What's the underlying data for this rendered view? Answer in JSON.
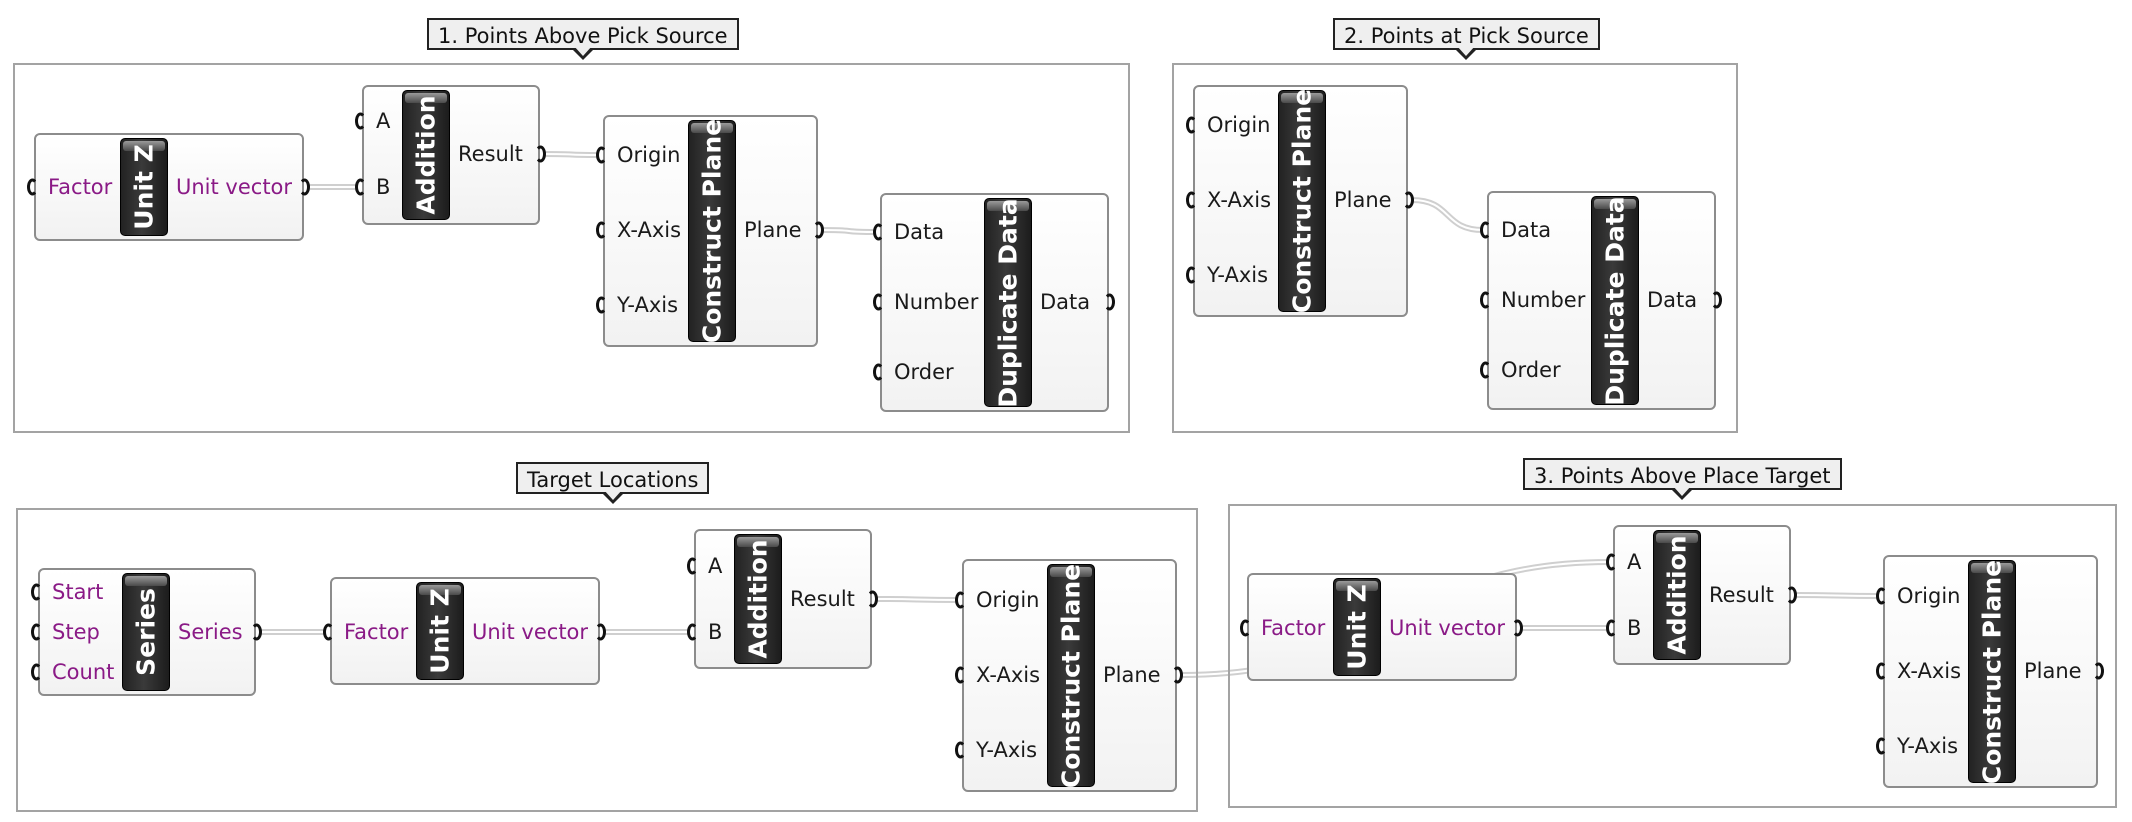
{
  "groups": [
    {
      "id": "g1",
      "label": "1. Points Above Pick Source"
    },
    {
      "id": "g2",
      "label": "2. Points at Pick Source"
    },
    {
      "id": "g3",
      "label": "Target Locations"
    },
    {
      "id": "g4",
      "label": "3. Points Above Place Target"
    }
  ],
  "components": [
    {
      "id": "c1",
      "name": "Unit Z",
      "inputs": [
        "Factor"
      ],
      "outputs": [
        "Unit vector"
      ],
      "purple": true
    },
    {
      "id": "c2",
      "name": "Addition",
      "inputs": [
        "A",
        "B"
      ],
      "outputs": [
        "Result"
      ]
    },
    {
      "id": "c3",
      "name": "Construct Plane",
      "inputs": [
        "Origin",
        "X-Axis",
        "Y-Axis"
      ],
      "outputs": [
        "Plane"
      ]
    },
    {
      "id": "c4",
      "name": "Duplicate Data",
      "inputs": [
        "Data",
        "Number",
        "Order"
      ],
      "outputs": [
        "Data"
      ]
    },
    {
      "id": "c5",
      "name": "Construct Plane",
      "inputs": [
        "Origin",
        "X-Axis",
        "Y-Axis"
      ],
      "outputs": [
        "Plane"
      ]
    },
    {
      "id": "c6",
      "name": "Duplicate Data",
      "inputs": [
        "Data",
        "Number",
        "Order"
      ],
      "outputs": [
        "Data"
      ]
    },
    {
      "id": "c7",
      "name": "Series",
      "inputs": [
        "Start",
        "Step",
        "Count"
      ],
      "outputs": [
        "Series"
      ],
      "purple": true
    },
    {
      "id": "c8",
      "name": "Unit Z",
      "inputs": [
        "Factor"
      ],
      "outputs": [
        "Unit vector"
      ],
      "purple": true
    },
    {
      "id": "c9",
      "name": "Addition",
      "inputs": [
        "A",
        "B"
      ],
      "outputs": [
        "Result"
      ]
    },
    {
      "id": "c10",
      "name": "Construct Plane",
      "inputs": [
        "Origin",
        "X-Axis",
        "Y-Axis"
      ],
      "outputs": [
        "Plane"
      ]
    },
    {
      "id": "c11",
      "name": "Unit Z",
      "inputs": [
        "Factor"
      ],
      "outputs": [
        "Unit vector"
      ],
      "purple": true
    },
    {
      "id": "c12",
      "name": "Addition",
      "inputs": [
        "A",
        "B"
      ],
      "outputs": [
        "Result"
      ]
    },
    {
      "id": "c13",
      "name": "Construct Plane",
      "inputs": [
        "Origin",
        "X-Axis",
        "Y-Axis"
      ],
      "outputs": [
        "Plane"
      ]
    }
  ],
  "wires": [
    {
      "from": "c1.out.0",
      "to": "c2.in.1"
    },
    {
      "from": "c2.out.0",
      "to": "c3.in.0"
    },
    {
      "from": "c3.out.0",
      "to": "c4.in.0"
    },
    {
      "from": "c5.out.0",
      "to": "c6.in.0"
    },
    {
      "from": "c7.out.0",
      "to": "c8.in.0"
    },
    {
      "from": "c8.out.0",
      "to": "c9.in.1"
    },
    {
      "from": "c9.out.0",
      "to": "c10.in.0"
    },
    {
      "from": "c10.out.0",
      "to": "c12.in.0"
    },
    {
      "from": "c11.out.0",
      "to": "c12.in.1"
    },
    {
      "from": "c12.out.0",
      "to": "c13.in.0"
    }
  ],
  "colors": {
    "wire": "#cfcfcf",
    "group_border": "#a3a3a3",
    "param_purple": "#8a1a86",
    "component_bar": "#2a2a2a"
  }
}
